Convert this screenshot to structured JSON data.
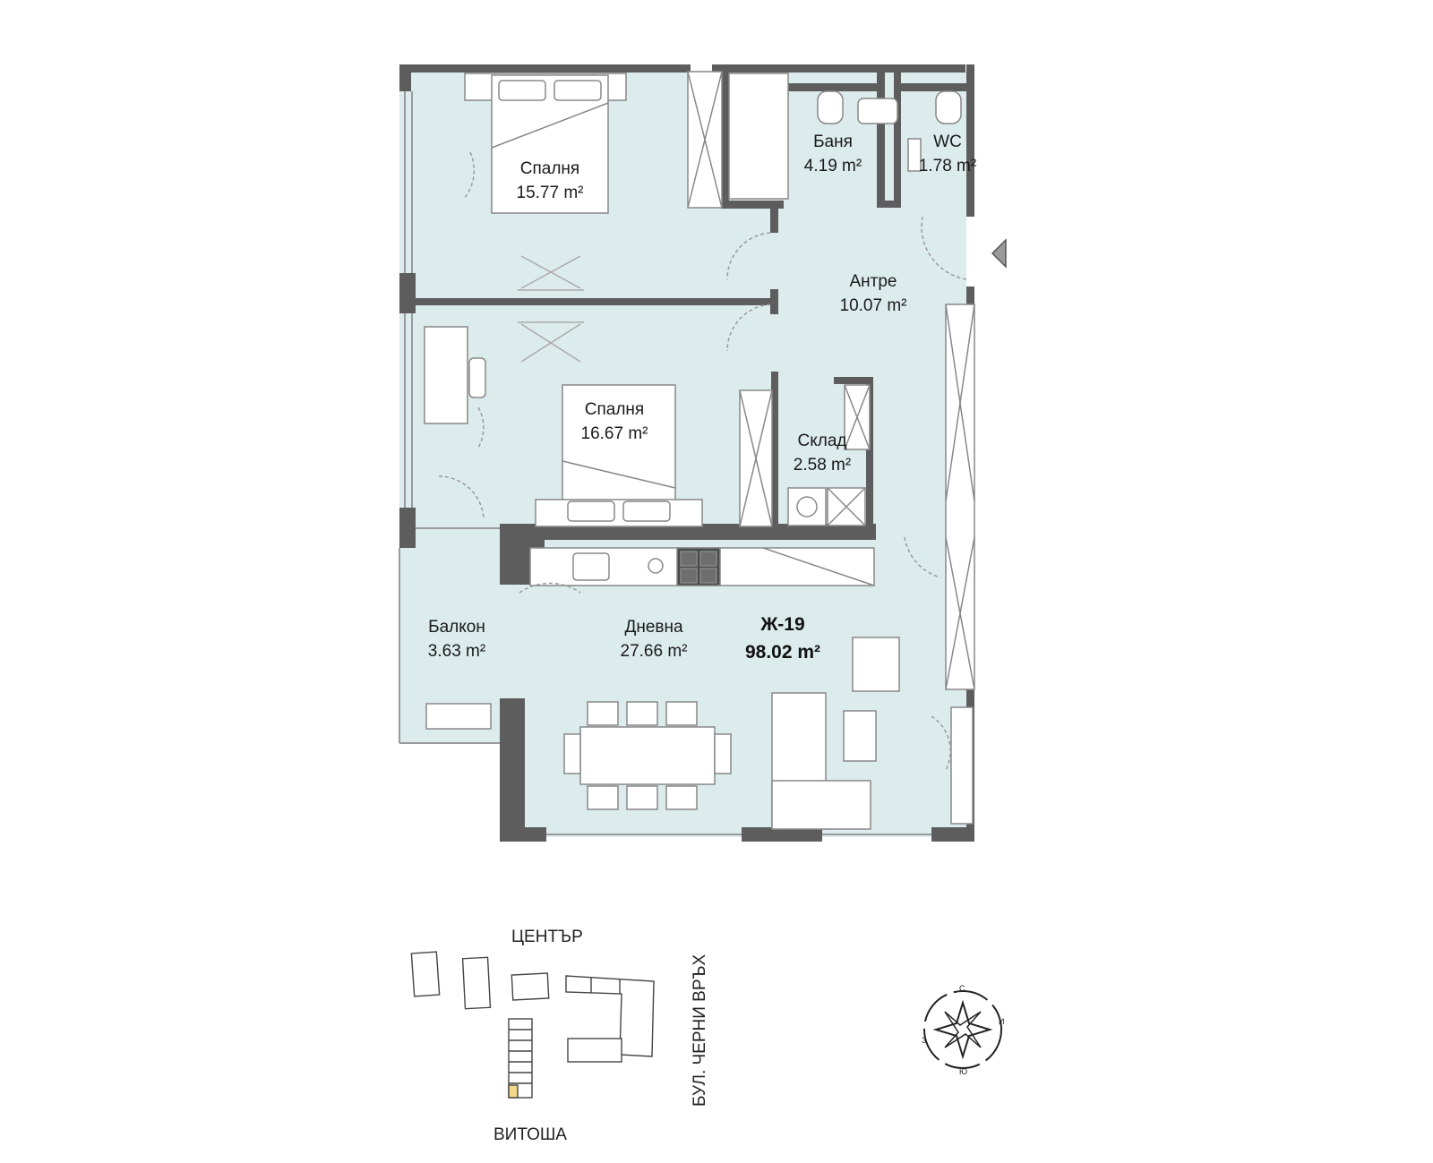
{
  "apartment": {
    "code": "Ж-19",
    "area": "98.02 m²"
  },
  "rooms": [
    {
      "name": "Спалня",
      "area": "15.77 m²"
    },
    {
      "name": "Баня",
      "area": "4.19 m²"
    },
    {
      "name": "WC",
      "area": "1.78 m²"
    },
    {
      "name": "Антре",
      "area": "10.07 m²"
    },
    {
      "name": "Спалня",
      "area": "16.67 m²"
    },
    {
      "name": "Склад",
      "area": "2.58 m²"
    },
    {
      "name": "Балкон",
      "area": "3.63 m²"
    },
    {
      "name": "Дневна",
      "area": "27.66 m²"
    }
  ],
  "site_map": {
    "north_label": "ЦЕНТЪР",
    "south_label": "ВИТОША",
    "east_label": "БУЛ. ЧЕРНИ ВРЪХ"
  },
  "compass": {
    "n": "С",
    "e": "И",
    "s": "Ю",
    "w": "З"
  },
  "colors": {
    "floor": "#dcebec",
    "wall": "#5d5d5d",
    "highlight": "#f2d98a"
  }
}
